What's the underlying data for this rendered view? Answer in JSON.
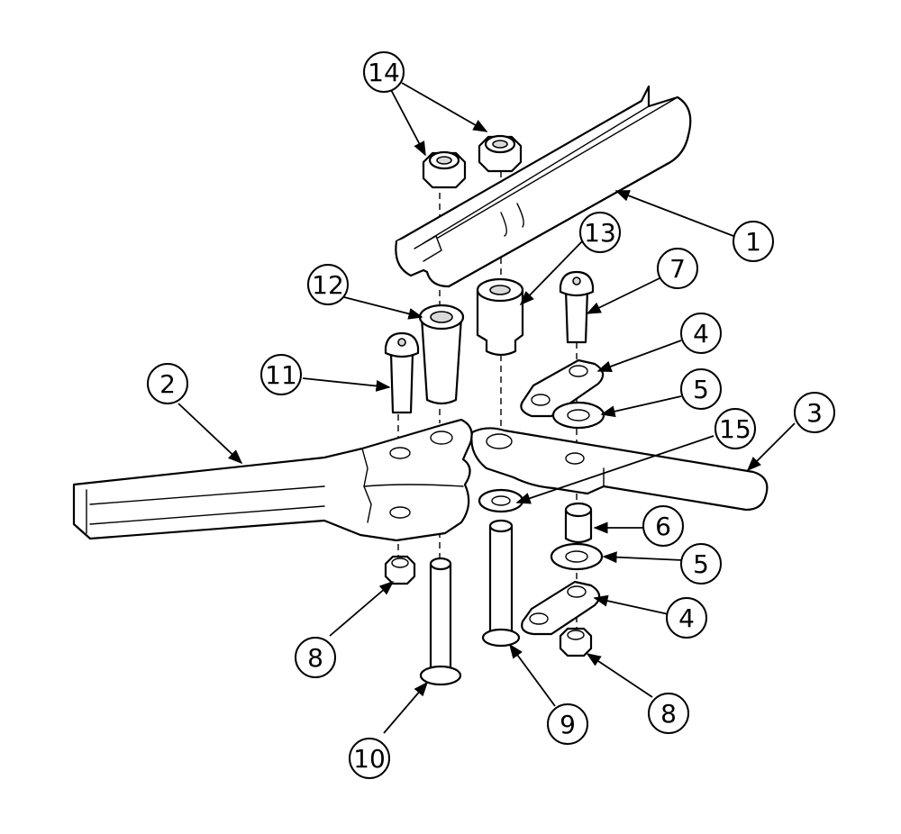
{
  "callouts": [
    {
      "id": "c14",
      "label": "14"
    },
    {
      "id": "c1",
      "label": "1"
    },
    {
      "id": "c13",
      "label": "13"
    },
    {
      "id": "c7",
      "label": "7"
    },
    {
      "id": "c12",
      "label": "12"
    },
    {
      "id": "c4a",
      "label": "4"
    },
    {
      "id": "c11",
      "label": "11"
    },
    {
      "id": "c2",
      "label": "2"
    },
    {
      "id": "c5a",
      "label": "5"
    },
    {
      "id": "c3",
      "label": "3"
    },
    {
      "id": "c15",
      "label": "15"
    },
    {
      "id": "c6",
      "label": "6"
    },
    {
      "id": "c5b",
      "label": "5"
    },
    {
      "id": "c4b",
      "label": "4"
    },
    {
      "id": "c8a",
      "label": "8"
    },
    {
      "id": "c8b",
      "label": "8"
    },
    {
      "id": "c9",
      "label": "9"
    },
    {
      "id": "c10",
      "label": "10"
    }
  ]
}
